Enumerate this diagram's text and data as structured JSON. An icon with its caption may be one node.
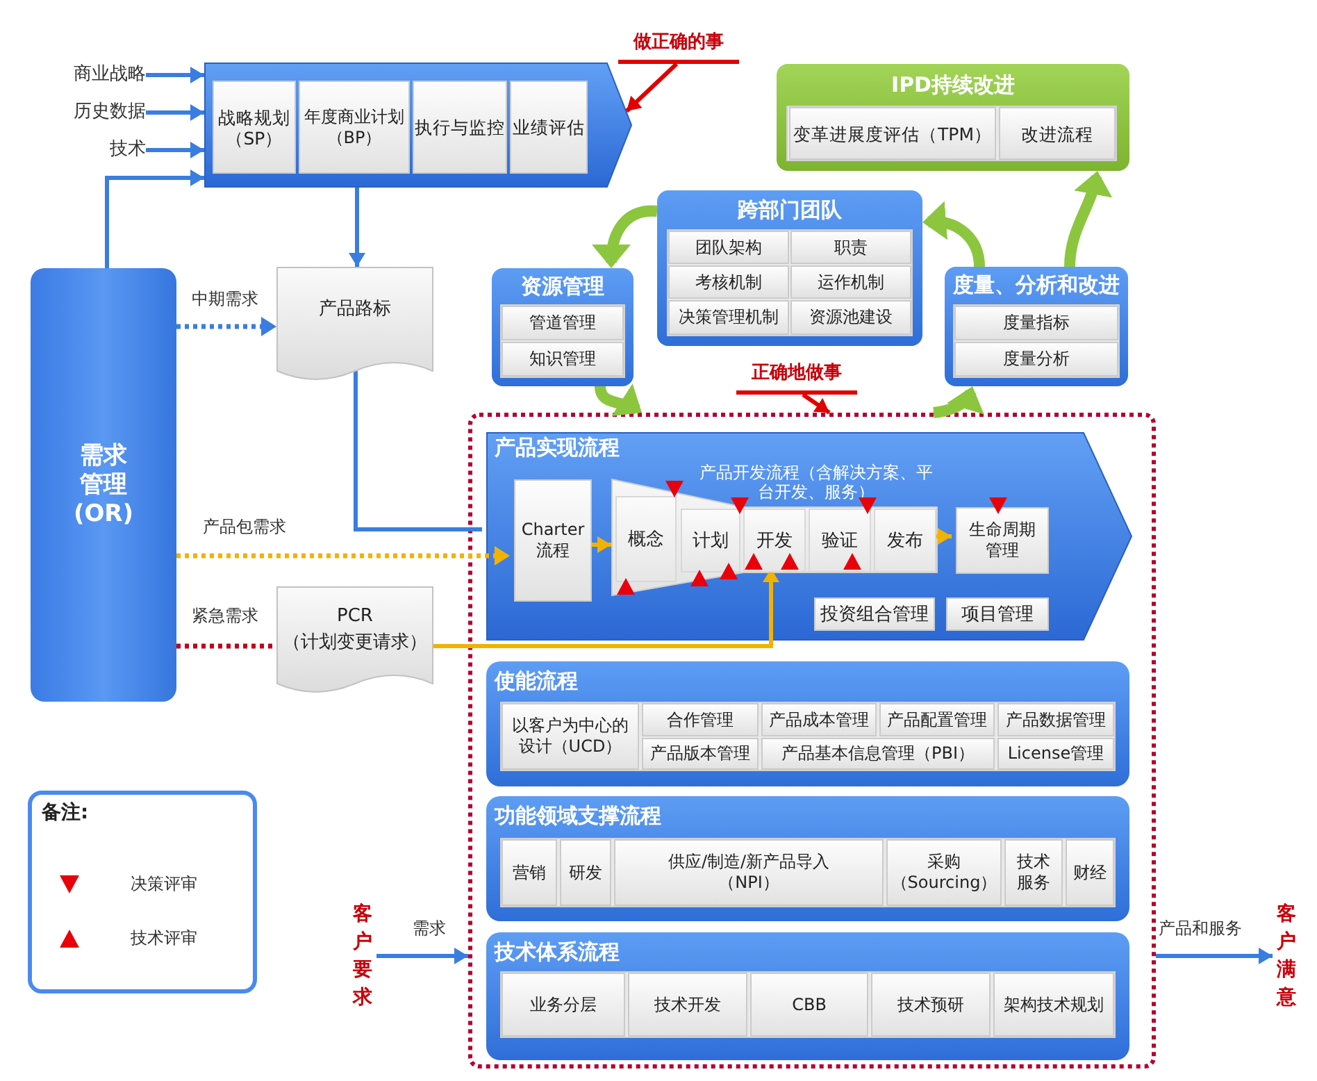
{
  "diagram": {
    "nodes": [
      {
        "text": [
          "商业战略"
        ]
      },
      {
        "text": [
          "历史数据"
        ]
      },
      {
        "text": [
          "技术"
        ]
      },
      {
        "text": [],
        "shape": "chevron"
      },
      {
        "text": [
          "战略规划（SP）"
        ],
        "in": 3
      },
      {
        "text": [
          "年度商业计划（BP）"
        ],
        "in": 3
      },
      {
        "text": [
          "执行与监控"
        ],
        "in": 3
      },
      {
        "text": [
          "业绩评估"
        ],
        "in": 3
      },
      {
        "text": [
          "做正确的事"
        ]
      },
      {
        "text": [
          "IPD持续改进"
        ]
      },
      {
        "text": [
          "变革进展度评估（TPM）"
        ],
        "in": 9
      },
      {
        "text": [
          "改进流程"
        ],
        "in": 9
      },
      {
        "text": [
          "需求管理(OR)"
        ]
      },
      {
        "text": [
          "产品路标"
        ]
      },
      {
        "text": [
          "跨部门团队"
        ]
      },
      {
        "text": [
          "团队架构"
        ],
        "in": 14
      },
      {
        "text": [
          "职责"
        ],
        "in": 14
      },
      {
        "text": [
          "考核机制"
        ],
        "in": 14
      },
      {
        "text": [
          "运作机制"
        ],
        "in": 14
      },
      {
        "text": [
          "决策管理机制"
        ],
        "in": 14
      },
      {
        "text": [
          "资源池建设"
        ],
        "in": 14
      },
      {
        "text": [
          "资源管理"
        ]
      },
      {
        "text": [
          "管道管理"
        ],
        "in": 21
      },
      {
        "text": [
          "知识管理"
        ],
        "in": 21
      },
      {
        "text": [
          "度量、分析和改进"
        ]
      },
      {
        "text": [
          "度量指标"
        ],
        "in": 24
      },
      {
        "text": [
          "度量分析"
        ],
        "in": 24
      },
      {
        "text": [
          "正确地做事"
        ]
      },
      {
        "text": [],
        "shape": "box"
      },
      {
        "text": [
          "产品实现流程"
        ],
        "in": 28
      },
      {
        "text": [
          "Charter 流程"
        ],
        "in": 29
      },
      {
        "text": [
          "产品开发流程（含解决方案、平台开发、服务）"
        ],
        "in": 29
      },
      {
        "text": [
          "概念"
        ],
        "in": 31
      },
      {
        "text": [
          "计划"
        ],
        "in": 31
      },
      {
        "text": [
          "开发"
        ],
        "in": 31
      },
      {
        "text": [
          "验证"
        ],
        "in": 31
      },
      {
        "text": [
          "发布"
        ],
        "in": 31
      },
      {
        "text": [
          "生命周期管理"
        ],
        "in": 29
      },
      {
        "text": [
          "投资组合管理"
        ],
        "in": 29
      },
      {
        "text": [
          "项目管理"
        ],
        "in": 29
      },
      {
        "text": [
          "PCR （计划变更请求）"
        ]
      },
      {
        "text": [
          "使能流程"
        ],
        "in": 28
      },
      {
        "text": [
          "以客户为中心的设计（UCD）"
        ],
        "in": 41
      },
      {
        "text": [
          "合作管理"
        ],
        "in": 41
      },
      {
        "text": [
          "产品成本管理"
        ],
        "in": 41
      },
      {
        "text": [
          "产品配置管理"
        ],
        "in": 41
      },
      {
        "text": [
          "产品数据管理"
        ],
        "in": 41
      },
      {
        "text": [
          "产品版本管理"
        ],
        "in": 41
      },
      {
        "text": [
          "产品基本信息管理（PBI）"
        ],
        "in": 41
      },
      {
        "text": [
          "License管理"
        ],
        "in": 41
      },
      {
        "text": [
          "功能领域支撑流程"
        ],
        "in": 28
      },
      {
        "text": [
          "营销"
        ],
        "in": 50
      },
      {
        "text": [
          "研发"
        ],
        "in": 50
      },
      {
        "text": [
          "供应/制造/新产品导入（NPI）"
        ],
        "in": 50
      },
      {
        "text": [
          "采购（Sourcing）"
        ],
        "in": 50
      },
      {
        "text": [
          "技术服务"
        ],
        "in": 50
      },
      {
        "text": [
          "财经"
        ],
        "in": 50
      },
      {
        "text": [
          "技术体系流程"
        ],
        "in": 28
      },
      {
        "text": [
          "业务分层"
        ],
        "in": 57
      },
      {
        "text": [
          "技术开发"
        ],
        "in": 57
      },
      {
        "text": [
          "CBB"
        ],
        "in": 57
      },
      {
        "text": [
          "技术预研"
        ],
        "in": 57
      },
      {
        "text": [
          "架构技术规划"
        ],
        "in": 57
      },
      {
        "text": [
          "客户要求"
        ]
      },
      {
        "text": [
          "客户满意"
        ]
      }
    ],
    "edges": [
      {
        "from": 0,
        "to": 3,
        "arrow": "to"
      },
      {
        "from": 1,
        "to": 3,
        "arrow": "to"
      },
      {
        "from": 2,
        "to": 3,
        "arrow": "to"
      },
      {
        "from": 12,
        "to": 3,
        "arrow": "to"
      },
      {
        "from": 3,
        "to": 13,
        "arrow": "to"
      },
      {
        "from": 12,
        "to": 13,
        "arrow": "to",
        "label": "中期需求",
        "style": "dashed"
      },
      {
        "from": 13,
        "to": 29,
        "arrow": "none"
      },
      {
        "from": 12,
        "to": 30,
        "arrow": "to",
        "label": "产品包需求",
        "style": "dashed",
        "color": "#f2b200"
      },
      {
        "from": 12,
        "to": 40,
        "arrow": "none",
        "label": "紧急需求",
        "style": "dashed",
        "color": "#c0001a"
      },
      {
        "from": 40,
        "to": 34,
        "arrow": "to",
        "color": "#f2b200"
      },
      {
        "from": 30,
        "to": 32,
        "arrow": "to",
        "color": "#f2b200"
      },
      {
        "from": 36,
        "to": 37,
        "arrow": "to",
        "color": "#f2b200"
      },
      {
        "from": 8,
        "to": 3,
        "arrow": "to",
        "color": "#e00000"
      },
      {
        "from": 27,
        "to": 28,
        "arrow": "to",
        "color": "#e00000"
      },
      {
        "from": 14,
        "to": 21,
        "arrow": "to",
        "style": "thick",
        "color": "#8cc63f"
      },
      {
        "from": 21,
        "to": 28,
        "arrow": "to",
        "style": "thick",
        "color": "#8cc63f"
      },
      {
        "from": 28,
        "to": 24,
        "arrow": "to",
        "style": "thick",
        "color": "#8cc63f"
      },
      {
        "from": 24,
        "to": 14,
        "arrow": "to",
        "style": "thick",
        "color": "#8cc63f"
      },
      {
        "from": 24,
        "to": 9,
        "arrow": "to",
        "style": "thick",
        "color": "#8cc63f"
      },
      {
        "from": 63,
        "to": 28,
        "arrow": "to",
        "label": "需求"
      },
      {
        "from": 28,
        "to": 64,
        "arrow": "to",
        "label": "产品和服务"
      }
    ],
    "labels": [
      "备注:"
    ],
    "legend": [
      {
        "text": "决策评审"
      },
      {
        "text": "技术评审"
      }
    ]
  }
}
